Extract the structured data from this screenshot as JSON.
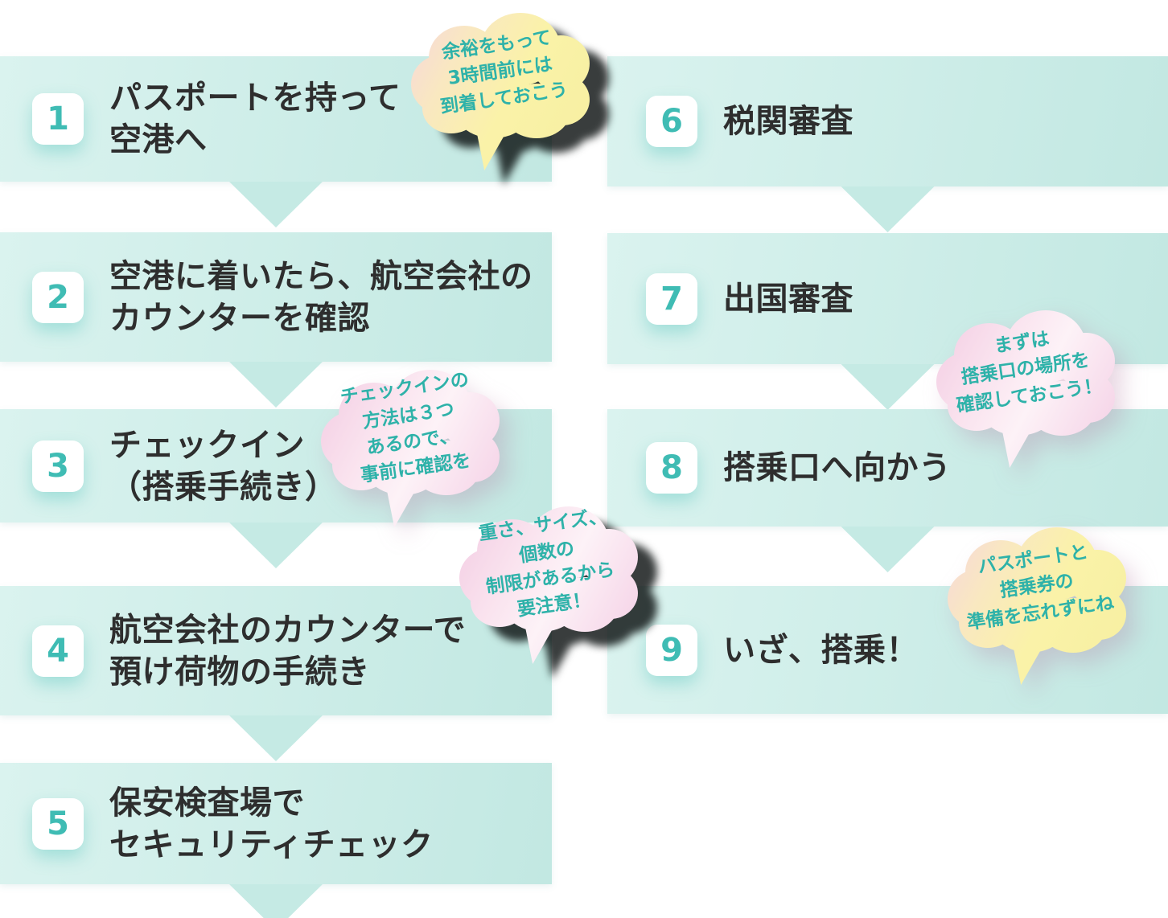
{
  "steps_left": [
    {
      "number": "1",
      "title": "パスポートを持って\n空港へ"
    },
    {
      "number": "2",
      "title": "空港に着いたら、航空会社の\nカウンターを確認"
    },
    {
      "number": "3",
      "title": "チェックイン\n（搭乗手続き）"
    },
    {
      "number": "4",
      "title": "航空会社のカウンターで\n預け荷物の手続き"
    },
    {
      "number": "5",
      "title": "保安検査場で\nセキュリティチェック"
    }
  ],
  "steps_right": [
    {
      "number": "6",
      "title": "税関審査"
    },
    {
      "number": "7",
      "title": "出国審査"
    },
    {
      "number": "8",
      "title": "搭乗口へ向かう"
    },
    {
      "number": "9",
      "title": "いざ、搭乗！"
    }
  ],
  "bubbles": {
    "arrive_early": {
      "text": "余裕をもって\n3時間前には\n到着しておこう",
      "theme": "yellow"
    },
    "checkin_methods": {
      "text": "チェックインの\n方法は３つ\nあるので、\n事前に確認を",
      "theme": "pink"
    },
    "baggage_limits": {
      "text": "重さ、サイズ、\n個数の\n制限があるから\n要注意！",
      "theme": "pink"
    },
    "gate_location": {
      "text": "まずは\n搭乗口の場所を\n確認しておこう！",
      "theme": "pink"
    },
    "boarding_prep": {
      "text": "パスポートと\n搭乗券の\n準備を忘れずにね",
      "theme": "yellow"
    }
  },
  "colors": {
    "box_gradient_start": "#DAF3EF",
    "box_gradient_end": "#C2E8E2",
    "arrow": "#C5EAE4",
    "number_teal": "#3FBCB4",
    "title_text": "#2E2E2E",
    "bubble_text_teal": "#2EB2A9",
    "bubble_yellow": "#FAF2A8",
    "bubble_pink": "#F3CBE3"
  }
}
